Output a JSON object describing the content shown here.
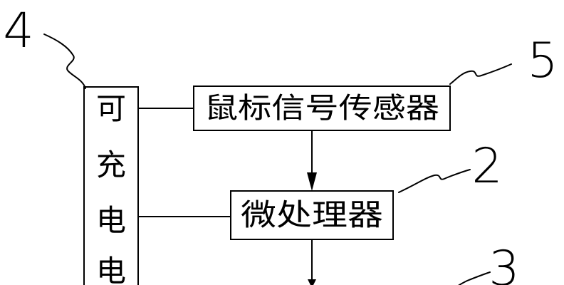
{
  "blocks": {
    "battery": {
      "chars": [
        "可",
        "充",
        "电",
        "电"
      ]
    },
    "sensor": {
      "label": "鼠标信号传感器"
    },
    "mcu": {
      "label": "微处理器"
    }
  },
  "reference_numerals": {
    "battery": "4",
    "sensor": "5",
    "mcu": "2",
    "next_block": "3"
  }
}
